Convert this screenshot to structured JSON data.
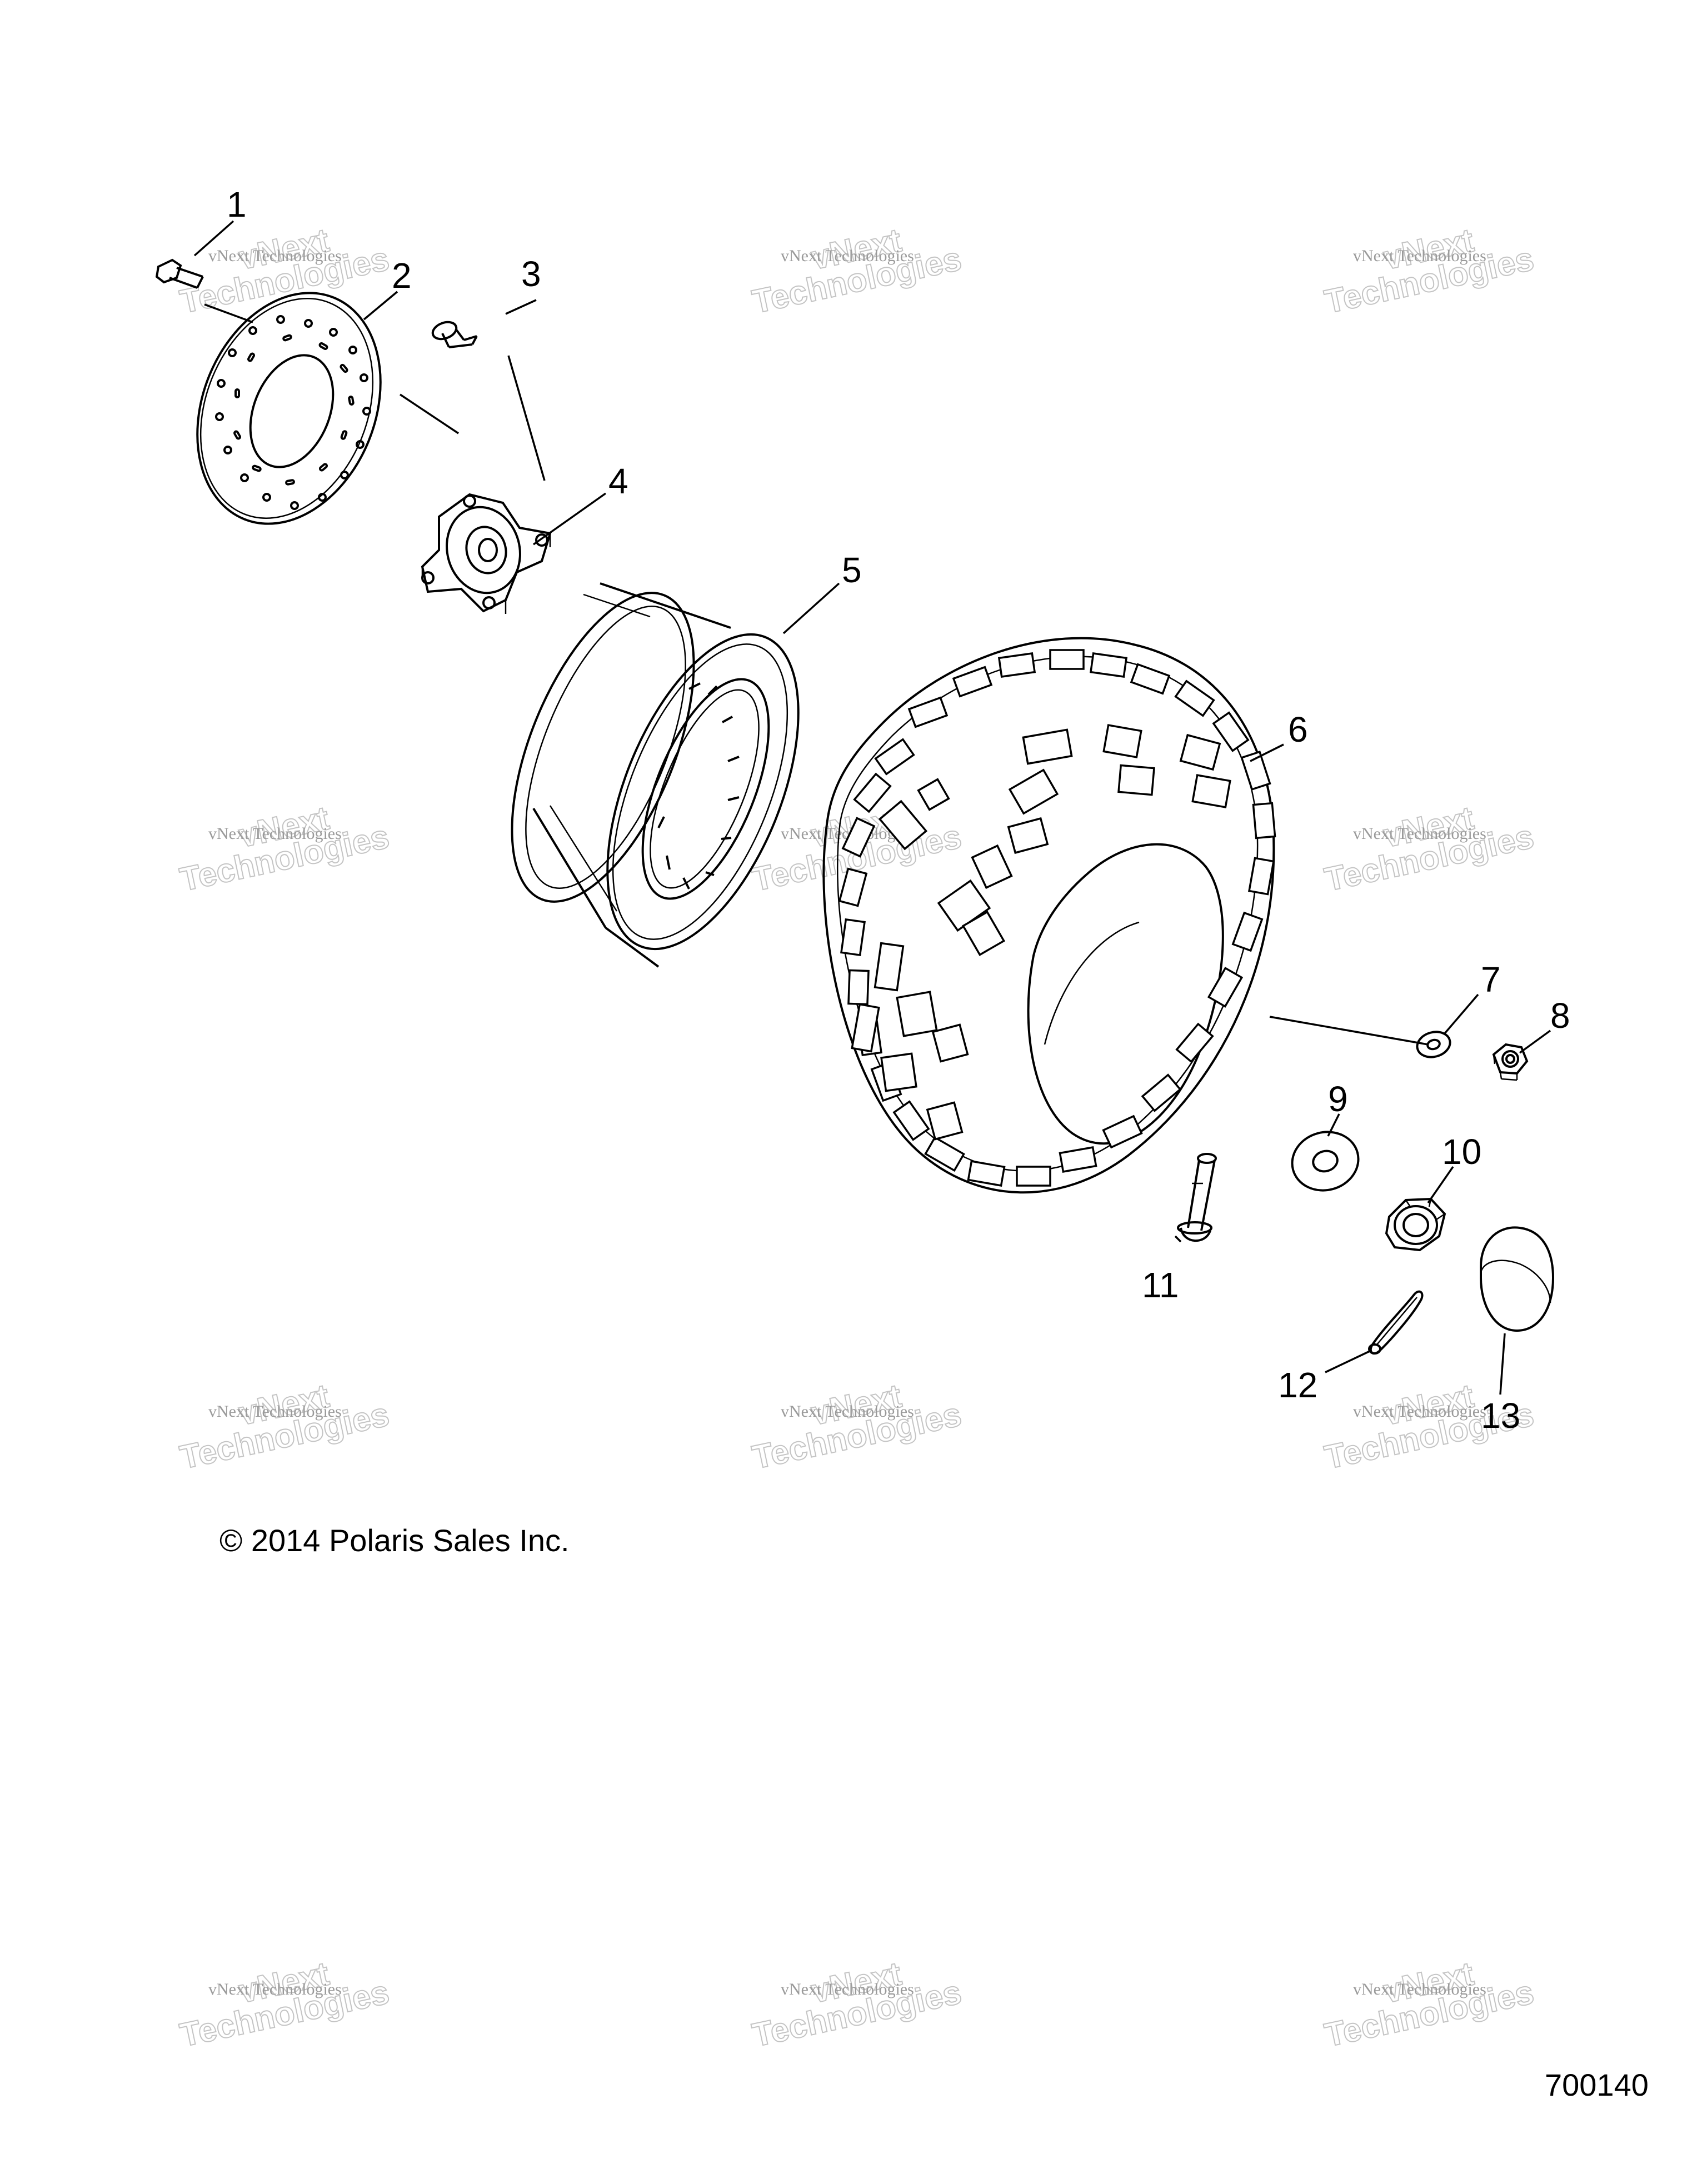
{
  "callouts": [
    "1",
    "2",
    "3",
    "4",
    "5",
    "6",
    "7",
    "8",
    "9",
    "10",
    "11",
    "12",
    "13"
  ],
  "watermark": {
    "small": "vNext Technologies",
    "big_top": "vNext",
    "big_bottom": "Technologies"
  },
  "copyright": "© 2014 Polaris Sales Inc.",
  "figure_number": "700140"
}
